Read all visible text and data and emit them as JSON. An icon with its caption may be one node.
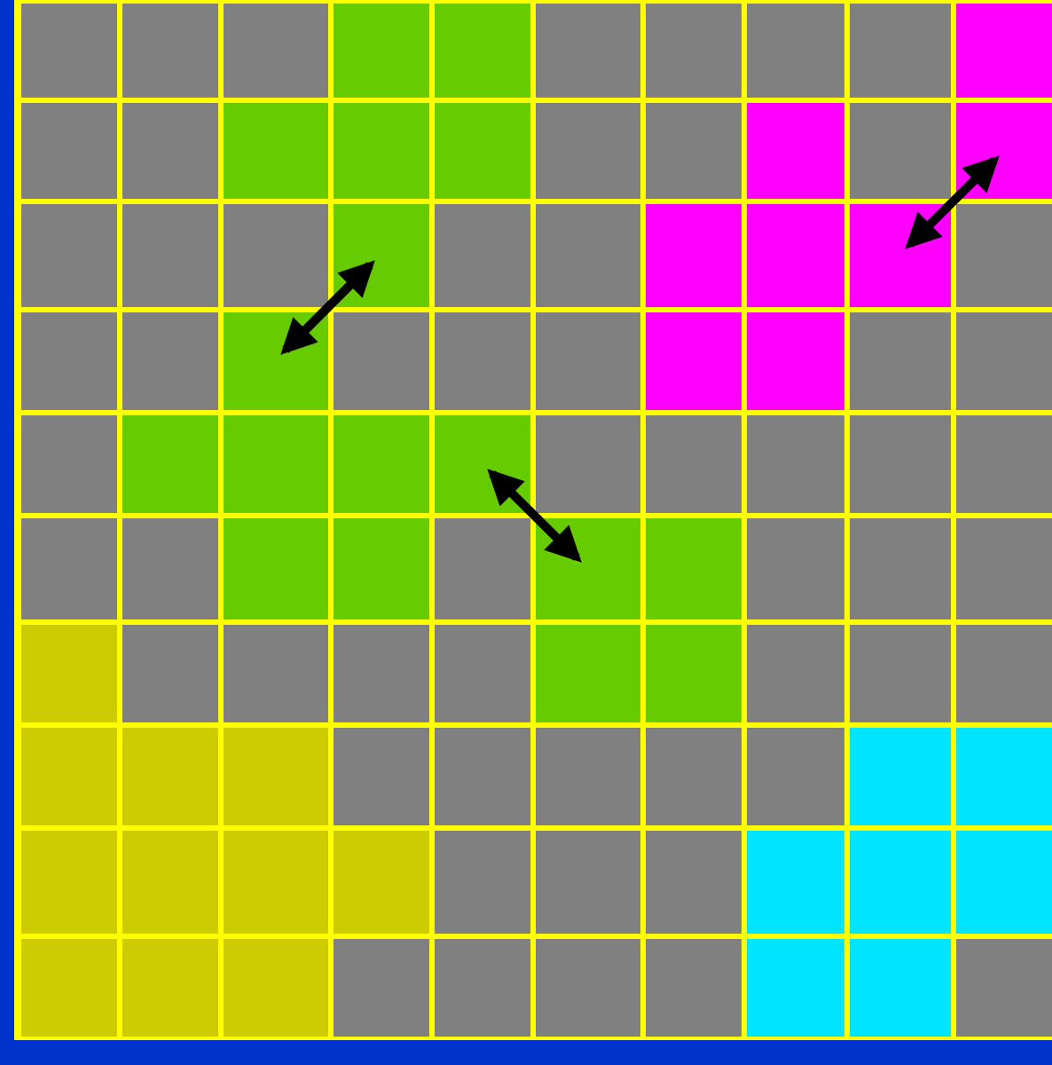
{
  "diagram": {
    "nodes": [
      {
        "text": [],
        "shape": "box"
      },
      {
        "text": [],
        "shape": "box"
      },
      {
        "text": [],
        "shape": "box"
      },
      {
        "text": [],
        "shape": "box"
      },
      {
        "text": [],
        "shape": "box"
      },
      {
        "text": [],
        "shape": "box"
      },
      {
        "text": [],
        "shape": "box"
      },
      {
        "text": [],
        "shape": "box"
      },
      {
        "text": [],
        "shape": "box"
      },
      {
        "text": [],
        "shape": "box"
      },
      {
        "text": [],
        "shape": "box"
      },
      {
        "text": [],
        "shape": "box"
      },
      {
        "text": [],
        "shape": "box"
      },
      {
        "text": [],
        "shape": "box"
      },
      {
        "text": [],
        "shape": "box"
      },
      {
        "text": [],
        "shape": "box"
      },
      {
        "text": [],
        "shape": "box"
      },
      {
        "text": [],
        "shape": "box"
      },
      {
        "text": [],
        "shape": "box"
      },
      {
        "text": [],
        "shape": "box"
      },
      {
        "text": [],
        "shape": "box"
      },
      {
        "text": [],
        "shape": "box"
      },
      {
        "text": [],
        "shape": "box"
      },
      {
        "text": [],
        "shape": "box"
      },
      {
        "text": [],
        "shape": "box"
      },
      {
        "text": [],
        "shape": "box"
      },
      {
        "text": [],
        "shape": "box"
      },
      {
        "text": [],
        "shape": "box"
      },
      {
        "text": [],
        "shape": "box"
      },
      {
        "text": [],
        "shape": "box"
      },
      {
        "text": [],
        "shape": "box"
      },
      {
        "text": [],
        "shape": "box"
      },
      {
        "text": [],
        "shape": "box"
      },
      {
        "text": [],
        "shape": "box"
      },
      {
        "text": [],
        "shape": "box"
      },
      {
        "text": [],
        "shape": "box"
      },
      {
        "text": [],
        "shape": "box"
      },
      {
        "text": [],
        "shape": "box"
      },
      {
        "text": [],
        "shape": "box"
      },
      {
        "text": [],
        "shape": "box"
      },
      {
        "text": [],
        "shape": "box"
      },
      {
        "text": [],
        "shape": "box"
      },
      {
        "text": [],
        "shape": "box"
      },
      {
        "text": [],
        "shape": "box"
      },
      {
        "text": [],
        "shape": "box"
      },
      {
        "text": [],
        "shape": "box"
      },
      {
        "text": [],
        "shape": "box"
      },
      {
        "text": [],
        "shape": "box"
      },
      {
        "text": [],
        "shape": "box"
      },
      {
        "text": [],
        "shape": "box"
      },
      {
        "text": [],
        "shape": "box"
      },
      {
        "text": [],
        "shape": "box"
      },
      {
        "text": [],
        "shape": "box"
      },
      {
        "text": [],
        "shape": "box"
      },
      {
        "text": [],
        "shape": "box"
      },
      {
        "text": [],
        "shape": "box"
      },
      {
        "text": [],
        "shape": "box"
      },
      {
        "text": [],
        "shape": "box"
      },
      {
        "text": [],
        "shape": "box"
      },
      {
        "text": [],
        "shape": "box"
      },
      {
        "text": [],
        "shape": "box"
      },
      {
        "text": [],
        "shape": "box"
      },
      {
        "text": [],
        "shape": "box"
      },
      {
        "text": [],
        "shape": "box"
      },
      {
        "text": [],
        "shape": "box"
      },
      {
        "text": [],
        "shape": "box"
      },
      {
        "text": [],
        "shape": "box"
      },
      {
        "text": [],
        "shape": "box"
      },
      {
        "text": [],
        "shape": "box"
      },
      {
        "text": [],
        "shape": "box"
      },
      {
        "text": [],
        "shape": "box"
      },
      {
        "text": [],
        "shape": "box"
      },
      {
        "text": [],
        "shape": "box"
      },
      {
        "text": [],
        "shape": "box"
      },
      {
        "text": [],
        "shape": "box"
      },
      {
        "text": [],
        "shape": "box"
      },
      {
        "text": [],
        "shape": "box"
      },
      {
        "text": [],
        "shape": "box"
      },
      {
        "text": [],
        "shape": "box"
      },
      {
        "text": [],
        "shape": "box"
      },
      {
        "text": [],
        "shape": "box"
      },
      {
        "text": [],
        "shape": "box"
      },
      {
        "text": [],
        "shape": "box"
      },
      {
        "text": [],
        "shape": "box"
      },
      {
        "text": [],
        "shape": "box"
      },
      {
        "text": [],
        "shape": "box"
      },
      {
        "text": [],
        "shape": "box"
      },
      {
        "text": [],
        "shape": "box"
      },
      {
        "text": [],
        "shape": "box"
      },
      {
        "text": [],
        "shape": "box"
      },
      {
        "text": [],
        "shape": "box"
      },
      {
        "text": [],
        "shape": "box"
      },
      {
        "text": [],
        "shape": "box"
      },
      {
        "text": [],
        "shape": "box"
      },
      {
        "text": [],
        "shape": "box"
      },
      {
        "text": [],
        "shape": "box"
      },
      {
        "text": [],
        "shape": "box"
      },
      {
        "text": [],
        "shape": "box"
      },
      {
        "text": [],
        "shape": "box"
      },
      {
        "text": [],
        "shape": "box"
      }
    ],
    "edges": [
      {
        "from": 32,
        "to": 23,
        "arrow": "both"
      },
      {
        "from": 44,
        "to": 55,
        "arrow": "both"
      },
      {
        "from": 28,
        "to": 19,
        "arrow": "both"
      }
    ]
  }
}
